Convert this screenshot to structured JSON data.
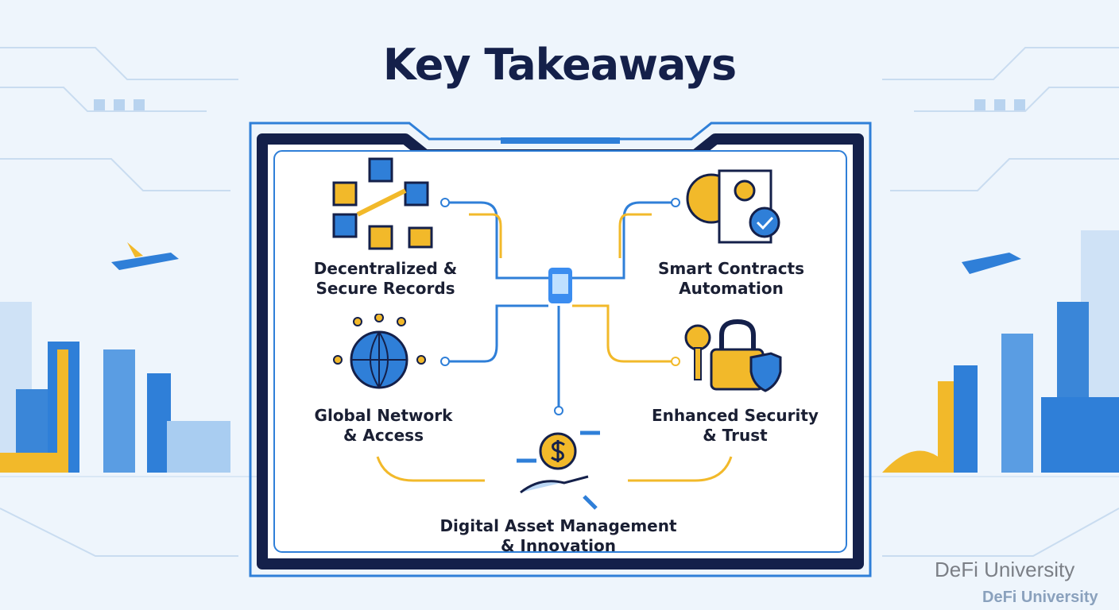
{
  "title": "Key Takeaways",
  "items": [
    {
      "label_1": "Decentralized &",
      "label_2": "Secure Records",
      "icon": "blockchain-cubes-lock-icon"
    },
    {
      "label_1": "Smart Contracts",
      "label_2": "Automation",
      "icon": "gear-contract-check-icon"
    },
    {
      "label_1": "Global Network",
      "label_2": "& Access",
      "icon": "globe-network-icon"
    },
    {
      "label_1": "Enhanced Security",
      "label_2": "& Trust",
      "icon": "key-padlock-shield-icon"
    },
    {
      "label_1": "Digital Asset Management",
      "label_2": "& Innovation",
      "icon": "hand-coin-cycle-icon"
    }
  ],
  "watermark": "DeFi University",
  "colors": {
    "navy": "#14204a",
    "blue": "#2f7fd8",
    "yellow": "#f2b92a",
    "light": "#eef5fc"
  }
}
